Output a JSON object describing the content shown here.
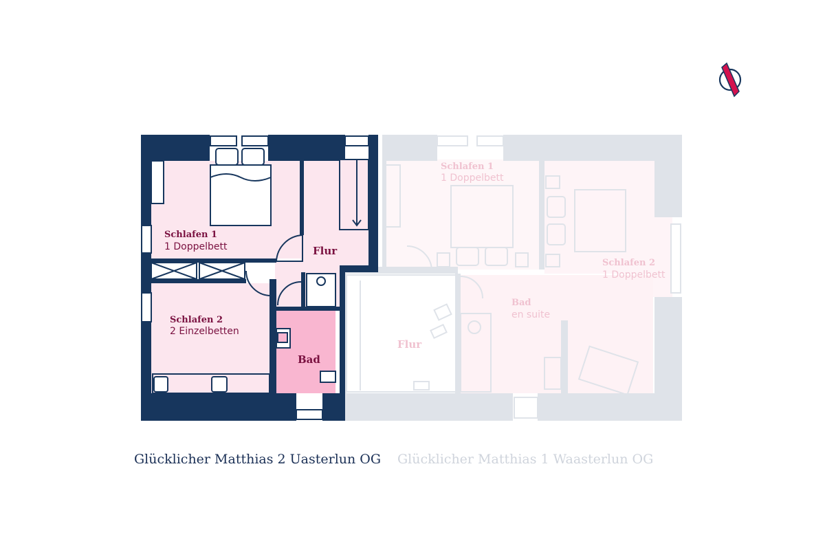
{
  "colors": {
    "wall_active": "#17365d",
    "wall_faded": "#dfe3e9",
    "room_pink": "#fce6ee",
    "bath_pink": "#f9b6d0",
    "label_active": "#7a1140",
    "label_faded": "#f0c2d0",
    "compass_red": "#d3124e"
  },
  "icons": {
    "compass": "north-arrow-icon"
  },
  "active_unit": {
    "title": "Glücklicher Matthias 2 Uasterlun OG",
    "rooms": {
      "schlafen1": {
        "name": "Schlafen 1",
        "beds": "1 Doppelbett"
      },
      "schlafen2": {
        "name": "Schlafen 2",
        "beds": "2 Einzelbetten"
      },
      "flur": {
        "name": "Flur"
      },
      "bad": {
        "name": "Bad"
      }
    }
  },
  "inactive_unit": {
    "title": "Glücklicher Matthias 1 Waasterlun OG",
    "rooms": {
      "schlafen1": {
        "name": "Schlafen 1",
        "beds": "1 Doppelbett"
      },
      "schlafen2": {
        "name": "Schlafen 2",
        "beds": "1 Doppelbett"
      },
      "bad": {
        "name": "Bad",
        "sub": "en suite"
      },
      "flur": {
        "name": "Flur"
      }
    }
  }
}
